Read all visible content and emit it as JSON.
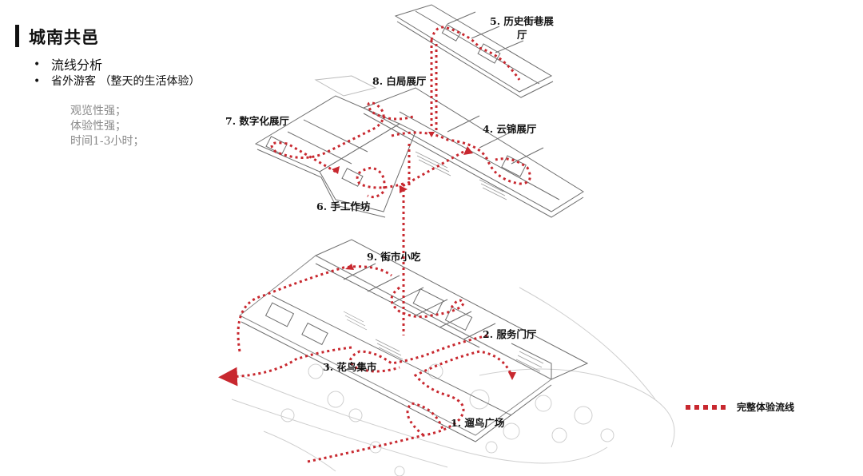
{
  "title": "城南共邑",
  "bullets": [
    "流线分析",
    "省外游客 （整天的生活体验）"
  ],
  "notes": [
    "观览性强；",
    "体验性强；",
    "时间1-3小时；"
  ],
  "labels": {
    "l1": "1. 遛鸟广场",
    "l2": "2. 服务门厅",
    "l3": "3. 花鸟集市",
    "l4": "4. 云锦展厅",
    "l5a": "5. 历史街巷展",
    "l5b": "厅",
    "l6": "6. 手工作坊",
    "l7": "7. 数字化展厅",
    "l8": "8. 白局展厅",
    "l9": "9. 街市小吃"
  },
  "legend": {
    "label": "完整体验流线"
  },
  "colors": {
    "path": "#c8282f",
    "lines": "#6e6e6e",
    "text": "#111111",
    "notes": "#8a8a8a"
  }
}
